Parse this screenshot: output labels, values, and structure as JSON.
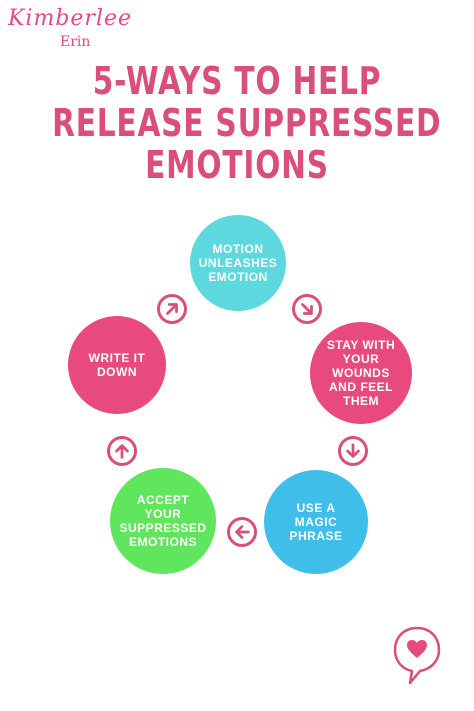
{
  "brand": {
    "script_name": "Kimberlee",
    "sub_name": "Erin"
  },
  "title": {
    "line1": "5-WAYS TO HELP",
    "line2": "RELEASE SUPPRESSED",
    "line3": "EMOTIONS"
  },
  "steps": [
    {
      "label": "MOTION UNLEASHES EMOTION",
      "color": "#5ed8df"
    },
    {
      "label": "STAY WITH YOUR WOUNDS AND FEEL THEM",
      "color": "#e84a7d"
    },
    {
      "label": "USE A MAGIC PHRASE",
      "color": "#3fbeea"
    },
    {
      "label": "ACCEPT YOUR SUPPRESSED EMOTIONS",
      "color": "#5fe65c"
    },
    {
      "label": "WRITE IT DOWN",
      "color": "#e84a7d"
    }
  ],
  "arrows": [
    {
      "icon": "arrow-down-right-icon"
    },
    {
      "icon": "arrow-down-icon"
    },
    {
      "icon": "arrow-left-icon"
    },
    {
      "icon": "arrow-up-icon"
    },
    {
      "icon": "arrow-up-right-icon"
    }
  ],
  "accent_color": "#d94f7a",
  "badge_icon": "heart-speech-bubble-icon"
}
